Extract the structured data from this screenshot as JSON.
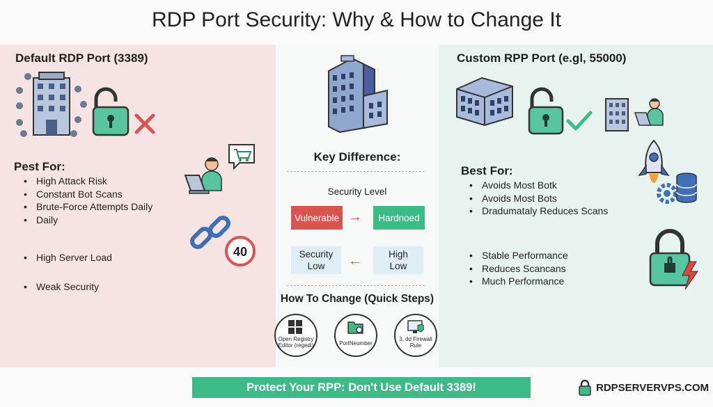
{
  "title": "RDP Port Security: Why & How to Change It",
  "left": {
    "heading": "Default RDP Port (3389)",
    "sub": "Pest For:",
    "items": [
      "High Attack Risk",
      "Constant Bot Scans",
      "Brute-Force Attempts Daily",
      "Daily"
    ],
    "items2": [
      "High Server Load"
    ],
    "items3": [
      "Weak Security"
    ],
    "speed_sign": "40"
  },
  "middle": {
    "heading": "Key Difference:",
    "security_level": "Security Level",
    "vulnerable": "Vulnerable",
    "hardened": "Hardnoed",
    "security_low": "Security Low",
    "high_low": "High Low",
    "how_to": "How To Change (Quick Steps)",
    "steps": [
      "Open Registry Editor (regedi)",
      "PortNeumber",
      "3. dd Firewall Rule"
    ]
  },
  "right": {
    "heading": "Custom RPP Port (e.gl, 55000)",
    "sub": "Best For:",
    "items": [
      "Avoids Most Botk",
      "Avoids Most Bots",
      "Dradumataly Reduces Scans"
    ],
    "items2": [
      "Stable Performance",
      "Reduces Scancans",
      "Much Performance"
    ]
  },
  "banner": "Protect Your RPP: Don't Use Default 3389!",
  "brand": "RDPSERVERVPS.COM",
  "colors": {
    "accent_green": "#3dbb87",
    "danger_red": "#d9534f",
    "left_bg": "#f6e4e4",
    "right_bg": "#e6f3ef"
  }
}
